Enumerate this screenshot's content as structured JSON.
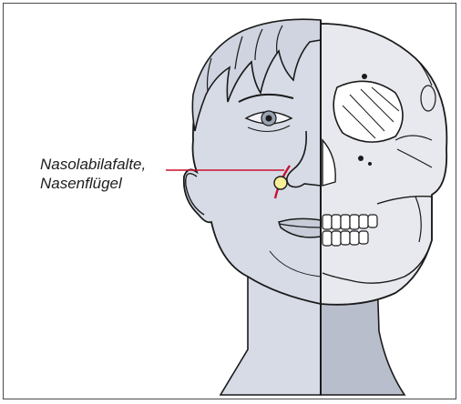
{
  "figure": {
    "label_lines": [
      "Nasolabilafalte,",
      "Nasenflügel"
    ],
    "colors": {
      "skin_fill": "#d7dbe6",
      "skull_fill": "#e8e9ee",
      "neck_shadow": "#b9becc",
      "outline": "#1a1a1a",
      "pointer_line": "#c8102e",
      "crease_mark": "#c8102e",
      "acupoint_fill": "#f5ef9a",
      "frame_border": "#4a4a4a"
    },
    "icons": {
      "marker": "acupoint-marker",
      "divider": "midline-divider"
    }
  }
}
